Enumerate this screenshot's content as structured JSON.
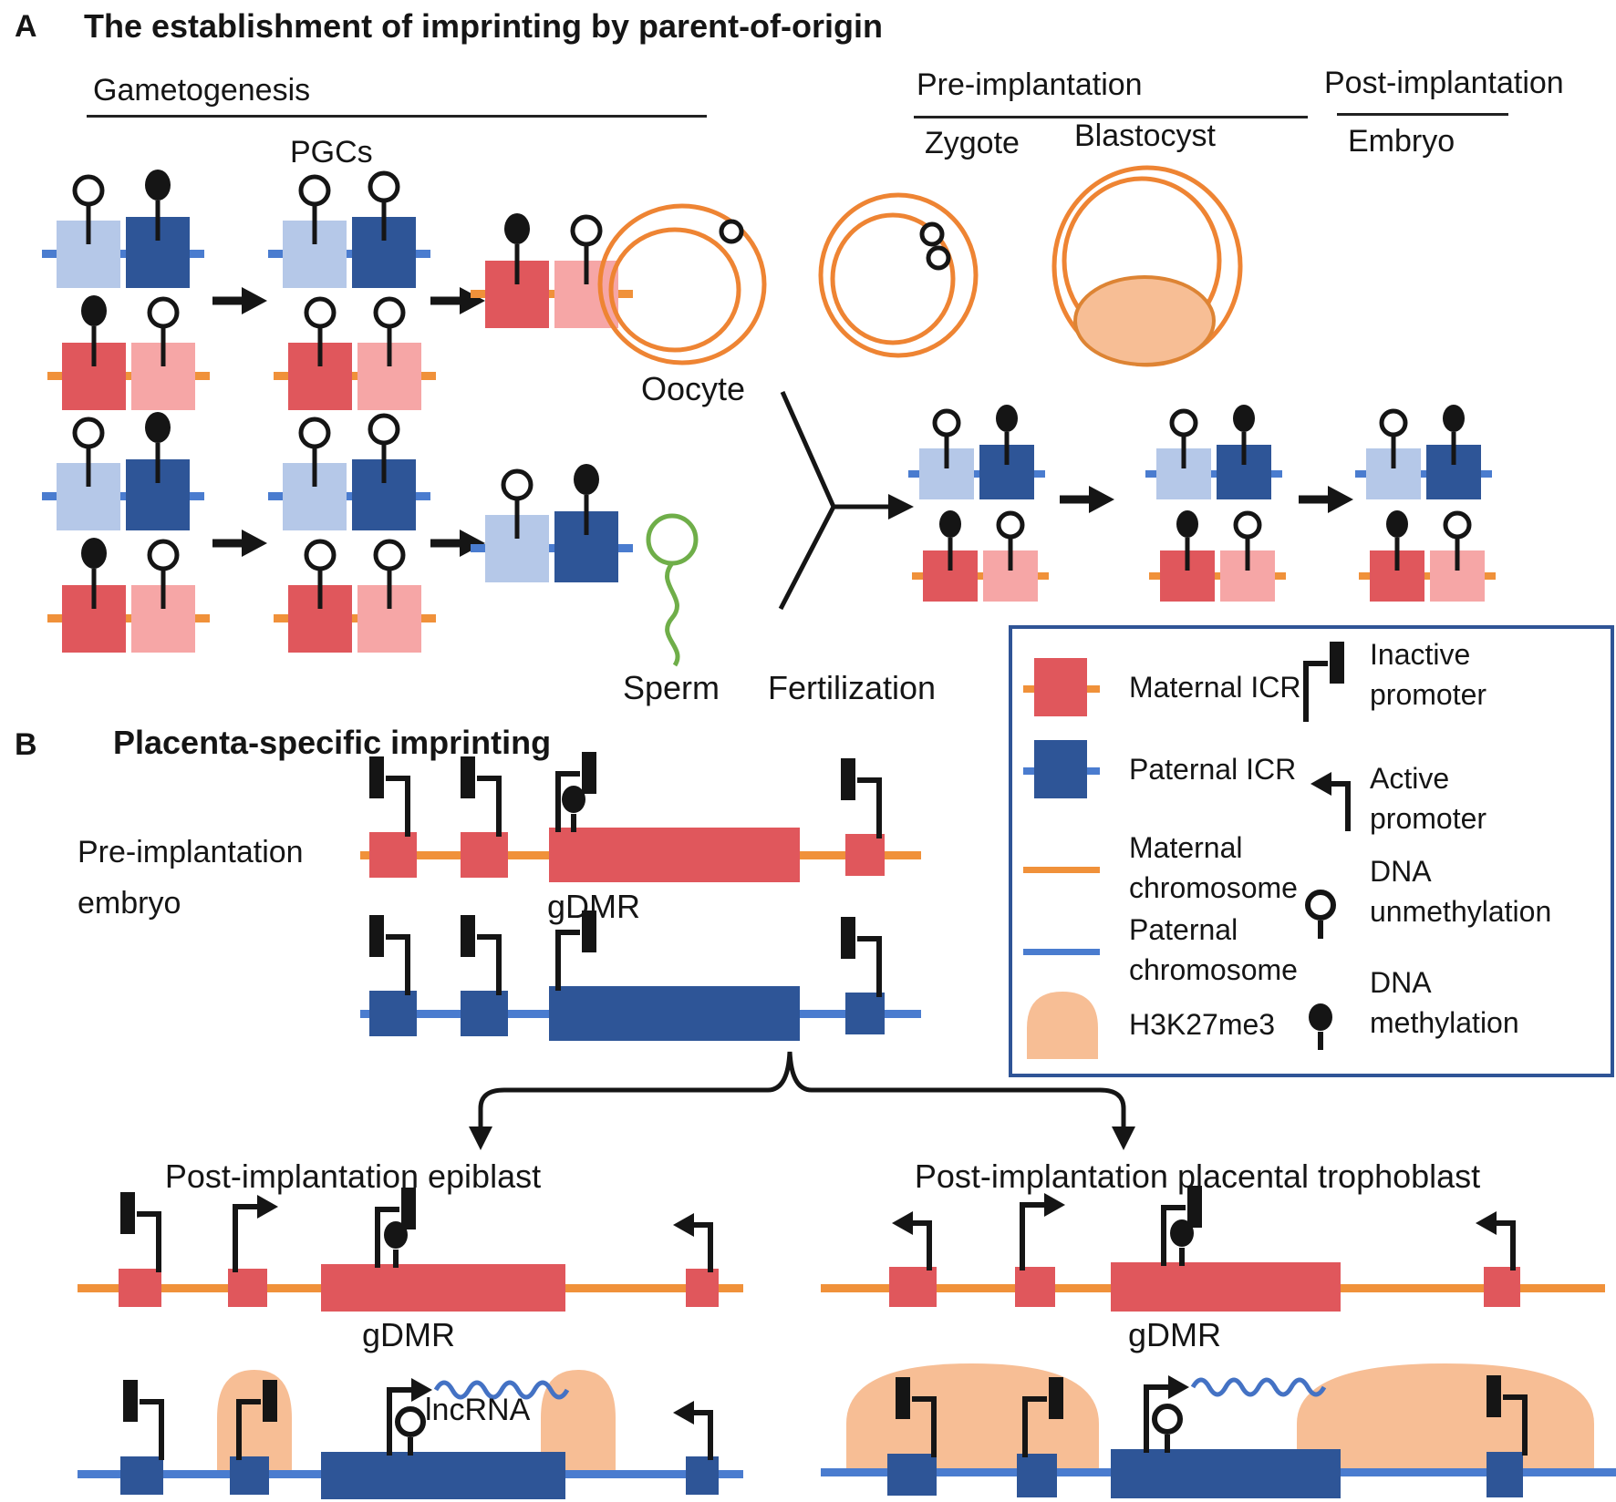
{
  "colors": {
    "maternal_icr_red": "#E0575C",
    "maternal_icr_light": "#F6A6A6",
    "paternal_icr_blue": "#2E5597",
    "paternal_icr_light": "#B5C8E8",
    "maternal_chromosome_orange": "#F0913A",
    "paternal_chromosome_blue": "#4A7CCF",
    "h3k27me3_peach": "#F7BE95",
    "h3k27me3_stroke": "#DD8434",
    "oocyte_orange": "#EE8433",
    "sperm_green": "#6FAE49",
    "legend_border_blue": "#2F5496",
    "lncrna_blue": "#4472C4",
    "ink": "#151515"
  },
  "panel_a": {
    "label": "A",
    "title": "The establishment of imprinting by parent-of-origin",
    "stages": {
      "gametogenesis": "Gametogenesis",
      "pre_implantation": "Pre-implantation",
      "post_implantation": "Post-implantation"
    },
    "cells": {
      "pgcs": "PGCs",
      "zygote": "Zygote",
      "blastocyst": "Blastocyst",
      "embryo": "Embryo",
      "oocyte": "Oocyte",
      "sperm": "Sperm",
      "fertilization": "Fertilization"
    }
  },
  "panel_b": {
    "label": "B",
    "title": "Placenta-specific imprinting",
    "pre_implantation_embryo": {
      "line1": "Pre-implantation",
      "line2": "embryo",
      "gdmr": "gDMR"
    },
    "epiblast": {
      "title": "Post-implantation epiblast",
      "gdmr": "gDMR",
      "lncrna": "lncRNA"
    },
    "trophoblast": {
      "title": "Post-implantation placental trophoblast",
      "gdmr": "gDMR"
    }
  },
  "legend": {
    "maternal_icr": "Maternal ICR",
    "paternal_icr": "Paternal ICR",
    "maternal_chromosome": {
      "line1": "Maternal",
      "line2": "chromosome"
    },
    "paternal_chromosome": {
      "line1": "Paternal",
      "line2": "chromosome"
    },
    "h3k27me3": "H3K27me3",
    "inactive_promoter": {
      "line1": "Inactive",
      "line2": "promoter"
    },
    "active_promoter": {
      "line1": "Active",
      "line2": "promoter"
    },
    "dna_unmethylation": {
      "line1": "DNA",
      "line2": "unmethylation"
    },
    "dna_methylation": {
      "line1": "DNA",
      "line2": "methylation"
    }
  }
}
